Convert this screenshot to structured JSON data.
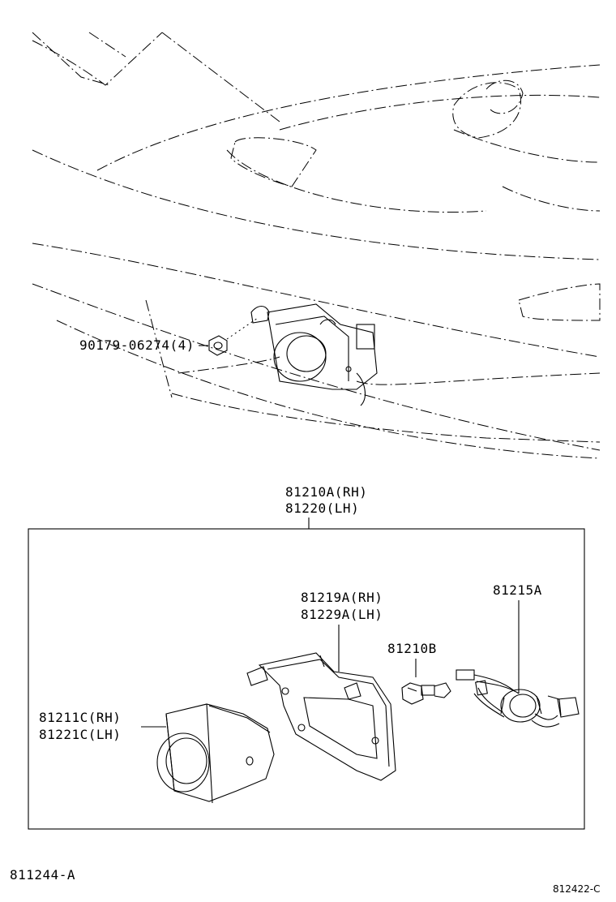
{
  "labels": {
    "clip": "90179-06274(4)",
    "assembly_rh": "81210A(RH)",
    "assembly_lh": "81220(LH)",
    "bracket_rh": "81219A(RH)",
    "bracket_lh": "81229A(LH)",
    "socket": "81215A",
    "bulb": "81210B",
    "lens_rh": "81211C(RH)",
    "lens_lh": "81221C(LH)",
    "figure_code": "811244-A",
    "page_code": "812422-C"
  }
}
